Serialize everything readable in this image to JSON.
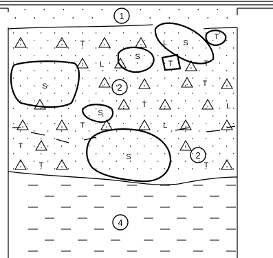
{
  "labels": {
    "layer_1": "1",
    "layer_2_upper": "2",
    "layer_2_right": "2",
    "layer_4": "4"
  },
  "inclusions": {
    "s": "S",
    "t": "T",
    "l": "L"
  },
  "style": {
    "line_color": "#000000",
    "background": "#ffffff"
  },
  "symbols": {
    "triangle": "triangle-dotted-icon",
    "dot": "dot-pattern",
    "dash": "dash-pattern"
  }
}
